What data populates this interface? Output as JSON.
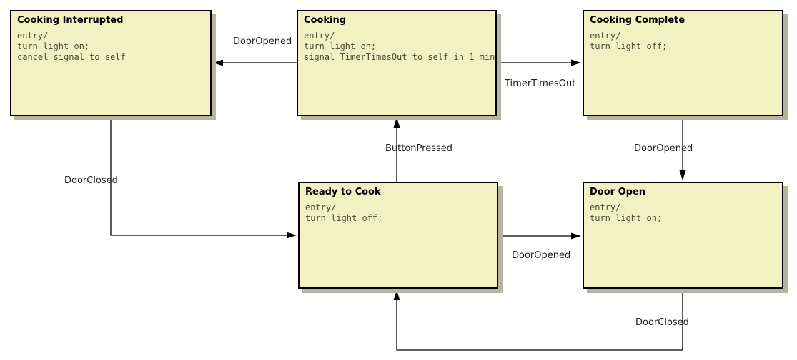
{
  "diagram": {
    "type": "state-machine",
    "states": [
      {
        "id": "cooking-interrupted",
        "title": "Cooking Interrupted",
        "body": [
          "entry/",
          "turn light on;",
          "cancel signal to self"
        ]
      },
      {
        "id": "cooking",
        "title": "Cooking",
        "body": [
          "entry/",
          "turn light on;",
          "signal TimerTimesOut to self in 1 min"
        ]
      },
      {
        "id": "cooking-complete",
        "title": "Cooking Complete",
        "body": [
          "entry/",
          "turn light off;"
        ]
      },
      {
        "id": "ready-to-cook",
        "title": "Ready to Cook",
        "body": [
          "entry/",
          "turn light off;"
        ]
      },
      {
        "id": "door-open",
        "title": "Door Open",
        "body": [
          "entry/",
          "turn light on;"
        ]
      }
    ],
    "transitions": [
      {
        "label": "DoorOpened",
        "from": "Cooking",
        "to": "Cooking Interrupted"
      },
      {
        "label": "TimerTimesOut",
        "from": "Cooking",
        "to": "Cooking Complete"
      },
      {
        "label": "ButtonPressed",
        "from": "Ready to Cook",
        "to": "Cooking"
      },
      {
        "label": "DoorClosed",
        "from": "Cooking Interrupted",
        "to": "Ready to Cook"
      },
      {
        "label": "DoorOpened",
        "from": "Cooking Complete",
        "to": "Door Open"
      },
      {
        "label": "DoorOpened",
        "from": "Ready to Cook",
        "to": "Door Open"
      },
      {
        "label": "DoorClosed",
        "from": "Door Open",
        "to": "Ready to Cook"
      }
    ],
    "colors": {
      "background": "#ffffff",
      "state_fill": "#f1f1c2",
      "state_border": "#000000",
      "shadow": "#b8b4a2",
      "title_text": "#000000",
      "body_text": "#4b4b35",
      "label_text": "#1f1f1f",
      "line": "#000000"
    }
  }
}
